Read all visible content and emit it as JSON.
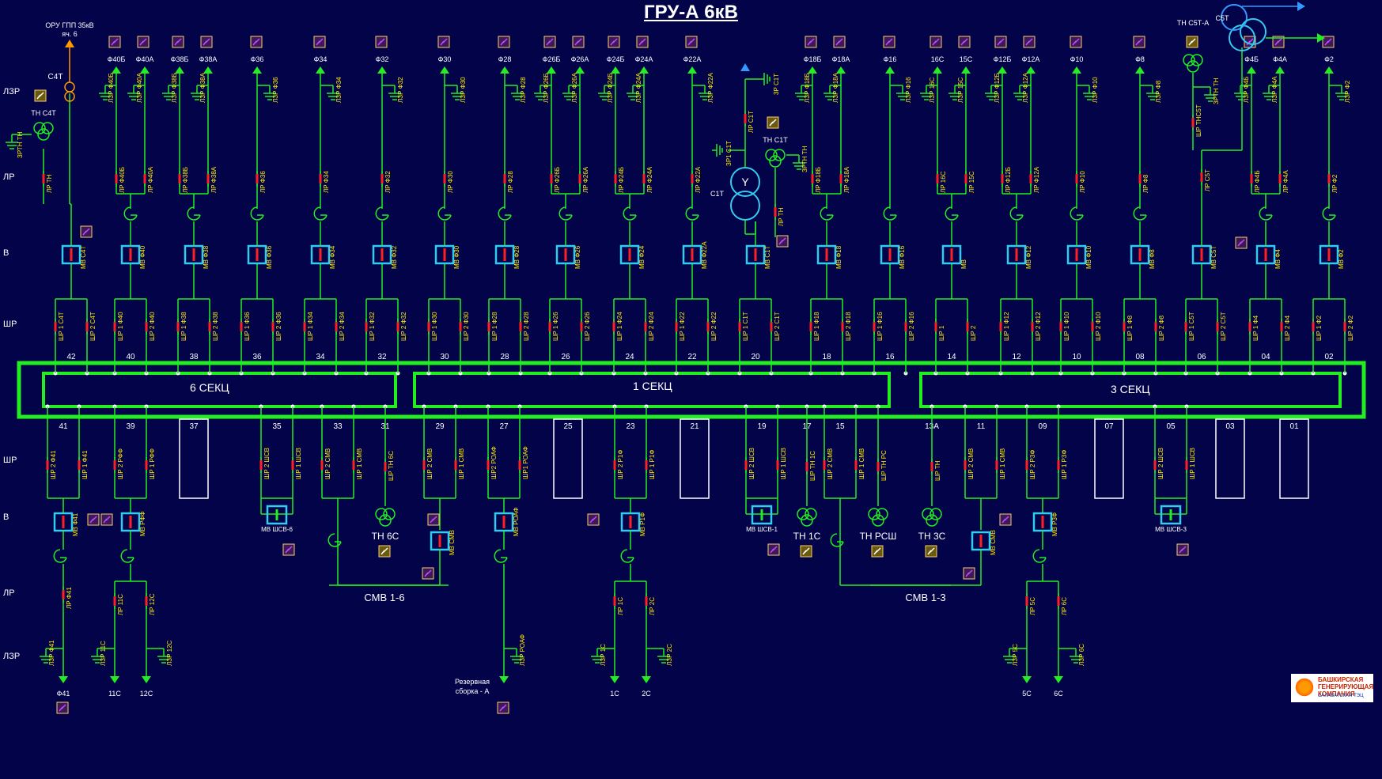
{
  "title": "ГРУ-А 6кВ",
  "row_labels": {
    "top": [
      "ЛЗР",
      "ЛР",
      "В",
      "ШР"
    ],
    "bottom": [
      "ШР",
      "В",
      "ЛР",
      "ЛЗР"
    ]
  },
  "sections": [
    "6 СЕКЦ",
    "1 СЕКЦ",
    "3 СЕКЦ"
  ],
  "colors": {
    "background": "#03034a",
    "bus": "#22ee22",
    "line": "#22ee22",
    "switch": "#33ccee",
    "breaker_closed": "#ff2020",
    "label": "#ffee00",
    "text": "#ffffff",
    "source_feed": "#ff9900",
    "alarm_icon": "#cc44ff"
  },
  "top_feeders": [
    {
      "name": "С4Т",
      "cell": "42",
      "sub": [
        "ШР 1 С4Т",
        "ШР 2 С4Т"
      ],
      "mv": "МВ С4Т",
      "lr": "ЛР ТН",
      "lzr": "ЗРТН ТН",
      "special": "source",
      "tn": "ТН С4Т",
      "source": "ОРУ ГПП 35кВ яч. 6"
    },
    {
      "name": "Ф40",
      "cell": "40",
      "sub": [
        "ШР 1 Ф40",
        "ШР 2 Ф40"
      ],
      "mv": "МВ Ф40",
      "branches": [
        {
          "name": "Ф40Б",
          "lr": "ЛР Ф40Б",
          "lzr": "ЛЗР Ф40Б"
        },
        {
          "name": "Ф40А",
          "lr": "ЛР Ф40А",
          "lzr": "ЛЗР Ф40А"
        }
      ]
    },
    {
      "name": "Ф38",
      "cell": "38",
      "sub": [
        "ШР 1 Ф38",
        "ШР 2 Ф38"
      ],
      "mv": "МВ Ф38",
      "branches": [
        {
          "name": "Ф38Б",
          "lr": "ЛР Ф38Б",
          "lzr": "ЛЗР Ф38Б"
        },
        {
          "name": "Ф38А",
          "lr": "ЛР Ф38А",
          "lzr": "ЛЗР Ф38А"
        }
      ]
    },
    {
      "name": "Ф36",
      "cell": "36",
      "sub": [
        "ШР 1 Ф36",
        "ШР 2 Ф36"
      ],
      "mv": "МВ Ф36",
      "branches": [
        {
          "name": "Ф36",
          "lr": "ЛР Ф36",
          "lzr": "ЛЗР Ф36"
        }
      ]
    },
    {
      "name": "Ф34",
      "cell": "34",
      "sub": [
        "ШР 1 Ф34",
        "ШР 2 Ф34"
      ],
      "mv": "МВ Ф34",
      "branches": [
        {
          "name": "Ф34",
          "lr": "ЛР Ф34",
          "lzr": "ЛЗР Ф34"
        }
      ]
    },
    {
      "name": "Ф32",
      "cell": "32",
      "sub": [
        "ШР 1 Ф32",
        "ШР 2 Ф32"
      ],
      "mv": "МВ Ф32",
      "branches": [
        {
          "name": "Ф32",
          "lr": "ЛР Ф32",
          "lzr": "ЛЗР Ф32"
        }
      ]
    },
    {
      "name": "Ф30",
      "cell": "30",
      "sub": [
        "ШР 1 Ф30",
        "ШР 2 Ф30"
      ],
      "mv": "МВ Ф30",
      "branches": [
        {
          "name": "Ф30",
          "lr": "ЛР Ф30",
          "lzr": "ЛЗР Ф30"
        }
      ]
    },
    {
      "name": "Ф28",
      "cell": "28",
      "sub": [
        "ШР 1 Ф28",
        "ШР 2 Ф28"
      ],
      "mv": "МВ Ф28",
      "branches": [
        {
          "name": "Ф28",
          "lr": "ЛР Ф28",
          "lzr": "ЛЗР Ф28"
        }
      ]
    },
    {
      "name": "Ф26",
      "cell": "26",
      "sub": [
        "ШР 1 Ф26",
        "ШР 2 Ф26"
      ],
      "mv": "МВ Ф26",
      "branches": [
        {
          "name": "Ф26Б",
          "lr": "ЛР Ф26Б",
          "lzr": "ЛЗР Ф26Б"
        },
        {
          "name": "Ф26А",
          "lr": "ЛР Ф26А",
          "lzr": "ЛЗР Ф26А"
        }
      ]
    },
    {
      "name": "Ф24",
      "cell": "24",
      "sub": [
        "ШР 1 Ф24",
        "ШР 2 Ф24"
      ],
      "mv": "МВ Ф24",
      "branches": [
        {
          "name": "Ф24Б",
          "lr": "ЛР Ф24Б",
          "lzr": "ЛЗР Ф24Б"
        },
        {
          "name": "Ф24А",
          "lr": "ЛР Ф24А",
          "lzr": "ЛЗР Ф24А"
        }
      ]
    },
    {
      "name": "Ф22",
      "cell": "22",
      "sub": [
        "ШР 1 Ф22",
        "ШР 2 Ф22"
      ],
      "mv": "МВ Ф22А",
      "branches": [
        {
          "name": "Ф22А",
          "lr": "ЛР Ф22А",
          "lzr": "ЛЗР Ф22А"
        }
      ]
    },
    {
      "name": "С1Т",
      "cell": "20",
      "sub": [
        "ШР 1 С1Т",
        "ШР 2 С1Т"
      ],
      "mv": "МВ С1Т",
      "special": "transformer",
      "tn": "ТН С1Т",
      "lr": "ЛР С1Т",
      "lzr": "3Р С1Т",
      "extra": [
        "ЗР1 С1Т",
        "ЗРТН ТН",
        "ЛР ТН",
        "С1Т"
      ]
    },
    {
      "name": "Ф18",
      "cell": "18",
      "sub": [
        "ШР 1 Ф18",
        "ШР 2 Ф18"
      ],
      "mv": "МВ Ф18",
      "branches": [
        {
          "name": "Ф18Б",
          "lr": "ЛР Ф18Б",
          "lzr": "ЛЗР Ф18Б"
        },
        {
          "name": "Ф18А",
          "lr": "ЛР Ф18А",
          "lzr": "ЛЗР Ф18А"
        }
      ]
    },
    {
      "name": "Ф16",
      "cell": "16",
      "sub": [
        "ШР 1 Ф16",
        "ШР 2 Ф16"
      ],
      "mv": "МВ Ф16",
      "branches": [
        {
          "name": "Ф16",
          "lr": "",
          "lzr": "ЛЗР Ф16"
        }
      ]
    },
    {
      "name": "МВ",
      "cell": "14",
      "sub": [
        "ШР 1",
        "ШР 2"
      ],
      "mv": "МВ",
      "branches": [
        {
          "name": "16С",
          "lr": "ЛР 16С",
          "lzr": "ЛЗР 16С"
        },
        {
          "name": "15С",
          "lr": "ЛР 15С",
          "lzr": "ЛЗР 15С"
        }
      ]
    },
    {
      "name": "Ф12",
      "cell": "12",
      "sub": [
        "ШР 1 Ф12",
        "ШР 2 Ф12"
      ],
      "mv": "МВ Ф12",
      "branches": [
        {
          "name": "Ф12Б",
          "lr": "ЛР Ф12Б",
          "lzr": "ЛЗР Ф12Б"
        },
        {
          "name": "Ф12А",
          "lr": "ЛР Ф12А",
          "lzr": "ЛЗР Ф12А"
        }
      ]
    },
    {
      "name": "Ф10",
      "cell": "10",
      "sub": [
        "ШР 1 Ф10",
        "ШР 2 Ф10"
      ],
      "mv": "МВ Ф10",
      "branches": [
        {
          "name": "Ф10",
          "lr": "ЛР Ф10",
          "lzr": "ЛЗР Ф10"
        }
      ]
    },
    {
      "name": "Ф8",
      "cell": "08",
      "sub": [
        "ШР 1 Ф8",
        "ШР 2 Ф8"
      ],
      "mv": "МВ Ф8",
      "branches": [
        {
          "name": "Ф8",
          "lr": "ЛР Ф8",
          "lzr": "ЛЗР Ф8"
        }
      ]
    },
    {
      "name": "С5Т",
      "cell": "06",
      "sub": [
        "ШР 1 С5Т",
        "ШР 2 С5Т"
      ],
      "mv": "МВ С5Т",
      "special": "t5",
      "tn": "ТН С5Т-А",
      "lr": "ЛР С5Т",
      "lzr": "ЗРТН ТН",
      "extra": [
        "ШР ТНС5Т",
        "С5Т"
      ]
    },
    {
      "name": "Ф4",
      "cell": "04",
      "sub": [
        "ШР 1 Ф4",
        "ШР 2 Ф4"
      ],
      "mv": "МВ Ф4",
      "branches": [
        {
          "name": "Ф4Б",
          "lr": "ЛР Ф4Б",
          "lzr": "ЛЗР Ф4Б"
        },
        {
          "name": "Ф4А",
          "lr": "ЛР Ф4А",
          "lzr": "ЛЗР Ф4А"
        }
      ]
    },
    {
      "name": "Ф2",
      "cell": "02",
      "sub": [
        "ШР 1 Ф2",
        "ШР 2 Ф2"
      ],
      "mv": "МВ Ф2",
      "branches": [
        {
          "name": "Ф2",
          "lr": "ЛР Ф2",
          "lzr": "ЛЗР Ф2"
        }
      ]
    }
  ],
  "bottom_cells": [
    {
      "cell": "41",
      "sub": [
        "ШР 2 Ф41",
        "ШР 1 Ф41"
      ],
      "mv": "МВ Ф41",
      "kind": "feeder",
      "outs": [
        {
          "name": "Ф41",
          "lr": "ЛР Ф41",
          "lzr": "ЛЗР Ф41"
        }
      ]
    },
    {
      "cell": "39",
      "sub": [
        "ШР 2 РФФ",
        "ШР 1 РФФ"
      ],
      "mv": "МВ РФФ",
      "kind": "feeder",
      "outs": [
        {
          "name": "11С",
          "lr": "ЛР 11С",
          "lzr": "ЛЗР 11С"
        },
        {
          "name": "12С",
          "lr": "ЛР 12С",
          "lzr": "ЛЗР 12С"
        }
      ]
    },
    {
      "cell": "37",
      "kind": "empty"
    },
    {
      "cell": "35",
      "sub": [
        "ШР 2 ШСВ",
        "ШР 1 ШСВ"
      ],
      "mv": "МВ ШСВ-6",
      "kind": "shsv"
    },
    {
      "cell": "33",
      "sub": [
        "ШР 2 СМВ",
        "ШР 1 СМВ"
      ],
      "kind": "smv_left"
    },
    {
      "cell": "31",
      "sub": [
        "ШР ТН 6С"
      ],
      "kind": "tn",
      "tn": "ТН 6С"
    },
    {
      "cell": "29",
      "sub": [
        "ШР 2 СМВ",
        "ШР 1 СМВ"
      ],
      "mv": "МВ СМВ",
      "kind": "smv_right",
      "label": "СМВ 1-6"
    },
    {
      "cell": "27",
      "sub": [
        "ШР2 РОАФ",
        "ШР1 РОАФ"
      ],
      "mv": "МВ РОАФ",
      "kind": "reserve",
      "out": "Резервная сборка - А",
      "lzr": "ЛЗР РОАФ"
    },
    {
      "cell": "25",
      "kind": "empty"
    },
    {
      "cell": "23",
      "sub": [
        "ШР 2 Р1Ф",
        "ШР 1 Р1Ф"
      ],
      "mv": "МВ Р1Ф",
      "kind": "feeder",
      "outs": [
        {
          "name": "1С",
          "lr": "ЛР 1С",
          "lzr": "ЛЗР 1С"
        },
        {
          "name": "2С",
          "lr": "ЛР 2С",
          "lzr": "ЛЗР 2С"
        }
      ]
    },
    {
      "cell": "21",
      "kind": "empty"
    },
    {
      "cell": "19",
      "sub": [
        "ШР 2 ШСВ",
        "ШР 1 ШСВ"
      ],
      "mv": "МВ ШСВ-1",
      "kind": "shsv"
    },
    {
      "cell": "17",
      "sub": [
        "ШР ТН 1С"
      ],
      "kind": "tn",
      "tn": "ТН 1С"
    },
    {
      "cell": "15",
      "sub": [
        "ШР 2 СМВ",
        "ШР 1 СМВ"
      ],
      "kind": "smv_left"
    },
    {
      "cell": "",
      "sub": [
        "ШР ТН РС"
      ],
      "kind": "tn",
      "tn": "ТН РСШ"
    },
    {
      "cell": "13А",
      "sub": [
        "ШР ТН"
      ],
      "kind": "tn",
      "tn": "ТН 3С"
    },
    {
      "cell": "11",
      "sub": [
        "ШР 2 СМВ",
        "ШР 1 СМВ"
      ],
      "mv": "МВ СМВ",
      "kind": "smv_right",
      "label": "СМВ 1-3"
    },
    {
      "cell": "09",
      "sub": [
        "ШР 2 Р3Ф",
        "ШР 1 Р3Ф"
      ],
      "mv": "МВ Р3Ф",
      "kind": "feeder",
      "outs": [
        {
          "name": "5С",
          "lr": "ЛР 5С",
          "lzr": "ЛЗР 5С"
        },
        {
          "name": "6С",
          "lr": "ЛР 6С",
          "lzr": "ЛЗР 6С"
        }
      ]
    },
    {
      "cell": "07",
      "kind": "empty"
    },
    {
      "cell": "05",
      "sub": [
        "ШР 2 ШСВ",
        "ШР 1 ШСВ"
      ],
      "mv": "МВ ШСВ-3",
      "kind": "shsv"
    },
    {
      "cell": "03",
      "kind": "empty"
    },
    {
      "cell": "01",
      "kind": "empty"
    }
  ],
  "logo": {
    "line1": "БАШКИРСКАЯ ГЕНЕРИРУЮЩАЯ КОМПАНИЯ",
    "line2": "САЛАВАТСКАЯ ТЭЦ"
  }
}
